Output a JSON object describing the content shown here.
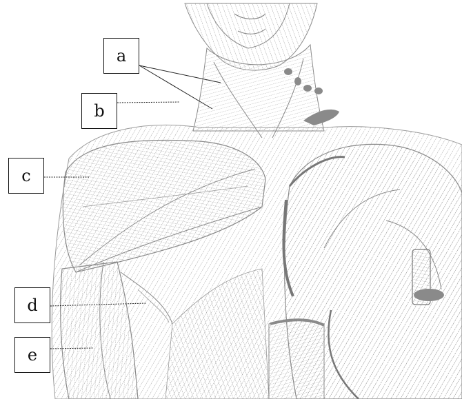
{
  "labels": [
    {
      "id": "a",
      "text": "a"
    },
    {
      "id": "b",
      "text": "b"
    },
    {
      "id": "c",
      "text": "c"
    },
    {
      "id": "d",
      "text": "d"
    },
    {
      "id": "e",
      "text": "e"
    }
  ],
  "colors": {
    "ink": "#111111",
    "hatch": "#8a8a8a",
    "shade": "#7a7a7a",
    "background": "#ffffff"
  }
}
